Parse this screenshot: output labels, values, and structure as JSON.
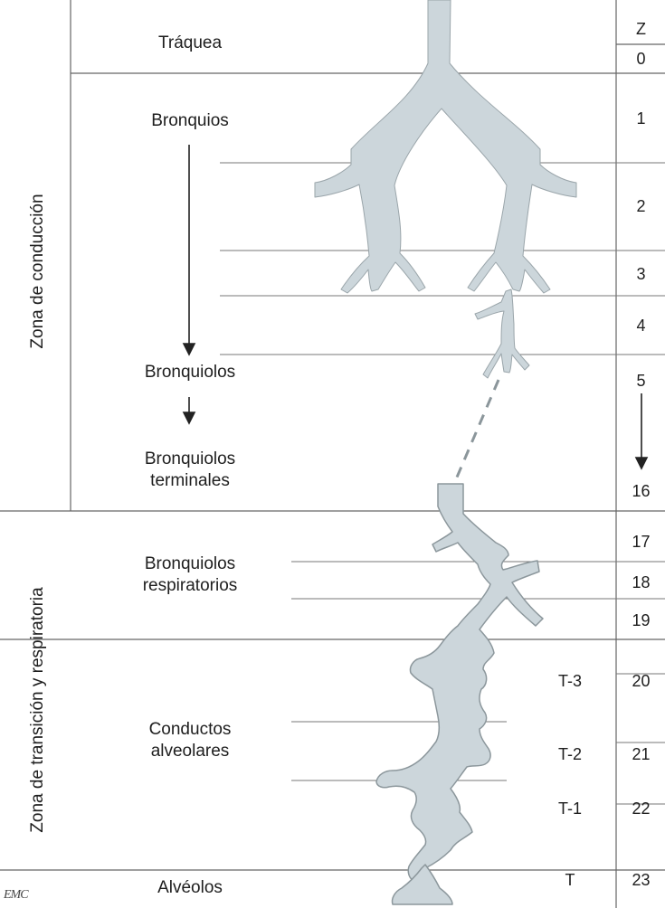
{
  "column_header": "Z",
  "zones": {
    "conduction": "Zona de conducción",
    "transition_respiratory": "Zona de transición y respiratoria"
  },
  "structures": {
    "trachea": "Tráquea",
    "bronchi": "Bronquios",
    "bronchioles": "Bronquiolos",
    "terminal_bronchioles": "Bronquiolos\nterminales",
    "respiratory_bronchioles": "Bronquiolos\nrespiratorios",
    "alveolar_ducts": "Conductos\nalveolares",
    "alveoli": "Alvéolos"
  },
  "generations": [
    "0",
    "1",
    "2",
    "3",
    "4",
    "5",
    "16",
    "17",
    "18",
    "19",
    "20",
    "21",
    "22",
    "23"
  ],
  "terminal_labels": [
    "T-3",
    "T-2",
    "T-1",
    "T"
  ],
  "logo": "EMC",
  "colors": {
    "airway_fill": "#ccd6db",
    "airway_outline": "#9aa5aa",
    "lines": "#666666",
    "text": "#1e1e1e"
  }
}
